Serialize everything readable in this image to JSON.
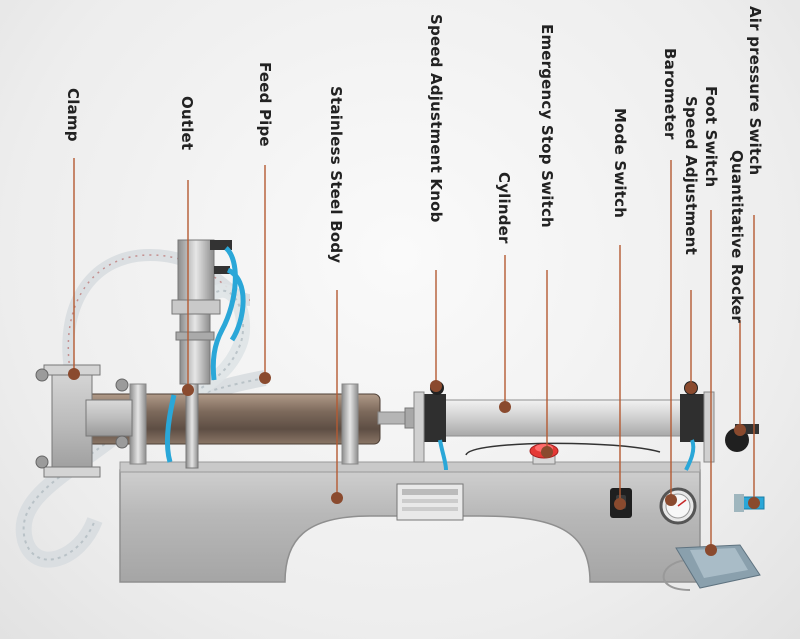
{
  "labels": {
    "clamp": "Clamp",
    "outlet": "Outlet",
    "feed_pipe": "Feed Pipe",
    "stainless_steel_body": "Stainless Steel Body",
    "speed_adjustment_knob": "Speed Adjustment Knob",
    "cylinder": "Cylinder",
    "emergency_stop_switch": "Emergency Stop Switch",
    "mode_switch": "Mode Switch",
    "barometer": "Barometer",
    "speed_adjustment": "Speed Adjustment",
    "foot_switch": "Foot Switch",
    "quantitative_rocker": "Quantitative Rocker",
    "air_pressure_switch": "Air pressure Switch"
  },
  "colors": {
    "leader_line": "#b45a32",
    "marker_dot": "#8a4a2e",
    "stop_button": "#e53935",
    "air_fitting": "#2aa7d8"
  }
}
